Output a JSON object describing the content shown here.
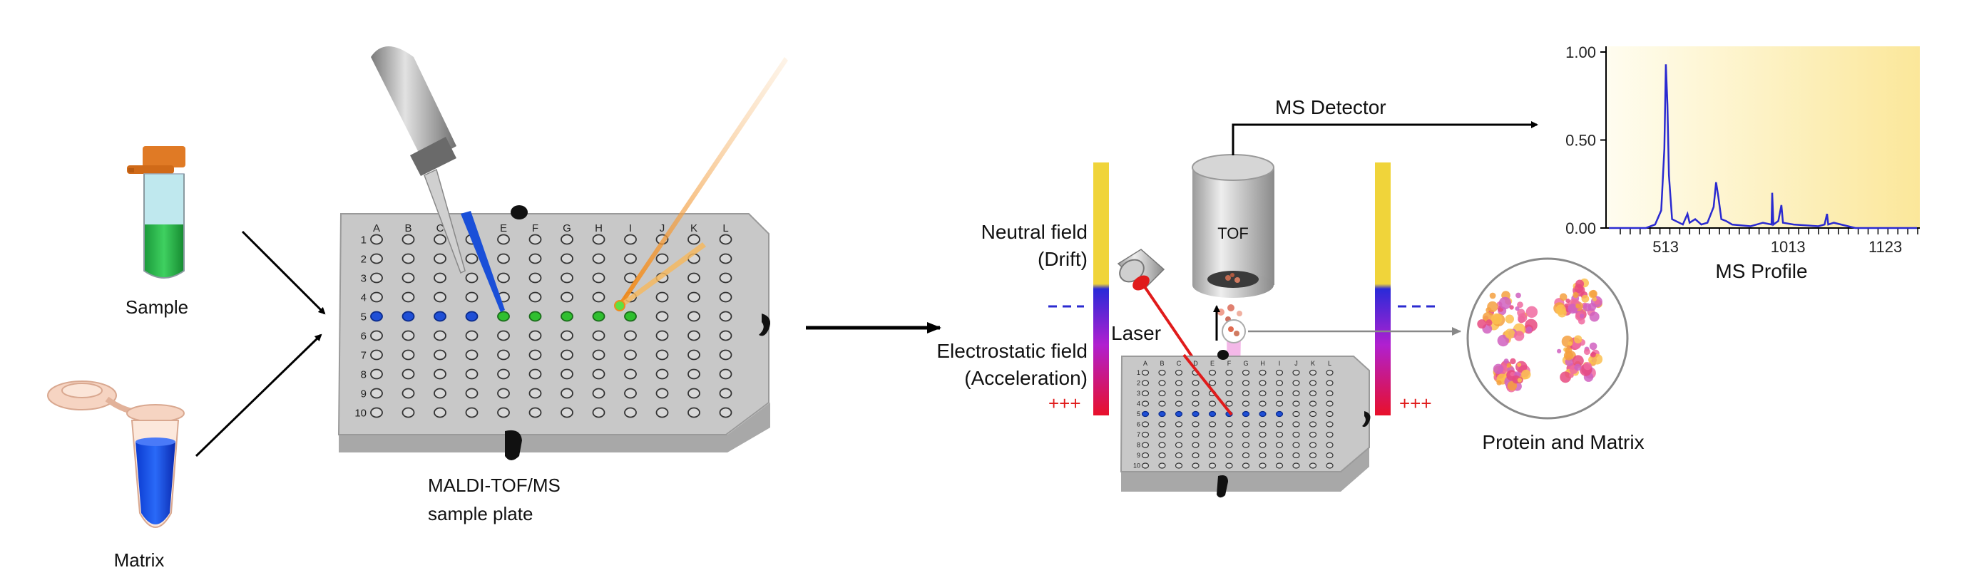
{
  "labels": {
    "sample": "Sample",
    "matrix": "Matrix",
    "plate_line1": "MALDI-TOF/MS",
    "plate_line2": "sample plate",
    "neutral_line1": "Neutral field",
    "neutral_line2": "(Drift)",
    "electro_line1": "Electrostatic field",
    "electro_line2": "(Acceleration)",
    "laser": "Laser",
    "tof": "TOF",
    "ms_detector": "MS Detector",
    "ms_profile": "MS Profile",
    "protein_matrix": "Protein and Matrix",
    "plus_left": "+++",
    "plus_right": "+++"
  },
  "plate": {
    "columns": [
      "A",
      "B",
      "C",
      "D",
      "E",
      "F",
      "G",
      "H",
      "I",
      "J",
      "K",
      "L"
    ],
    "rows": [
      "1",
      "2",
      "3",
      "4",
      "5",
      "6",
      "7",
      "8",
      "9",
      "10"
    ],
    "filled_row": "5",
    "blue_columns": [
      "A",
      "B",
      "C",
      "D"
    ],
    "green_columns": [
      "E",
      "F",
      "G",
      "H",
      "I"
    ]
  },
  "small_plate": {
    "columns": [
      "A",
      "B",
      "C",
      "D",
      "E",
      "F",
      "G",
      "H",
      "I",
      "J",
      "K",
      "L"
    ],
    "rows": [
      "1",
      "2",
      "3",
      "4",
      "5",
      "6",
      "7",
      "8",
      "9",
      "10"
    ],
    "filled_row": "5",
    "blue_columns": [
      "A",
      "B",
      "C",
      "D",
      "E",
      "F",
      "G",
      "H",
      "I"
    ]
  },
  "colors": {
    "blue_spot": "#1f4fd6",
    "green_spot": "#2fbf2f",
    "laser": "#e01b1b",
    "plate": "#c8c8c8",
    "spectrum": "#2a2ad0",
    "field_top": "#f0d43a",
    "field_bottom": "#e8102a"
  },
  "chart_data": {
    "type": "line",
    "ylabel": "",
    "xlabel": "",
    "x_ticks": [
      "513",
      "1013",
      "1123"
    ],
    "y_ticks": [
      "0.00",
      "0.50",
      "1.00"
    ],
    "ylim": [
      0,
      1.0
    ],
    "grid": false,
    "series": [
      {
        "points": [
          [
            0.0,
            0.0
          ],
          [
            0.12,
            0.0
          ],
          [
            0.15,
            0.02
          ],
          [
            0.17,
            0.1
          ],
          [
            0.18,
            0.45
          ],
          [
            0.185,
            0.93
          ],
          [
            0.19,
            0.7
          ],
          [
            0.195,
            0.3
          ],
          [
            0.205,
            0.05
          ],
          [
            0.24,
            0.02
          ],
          [
            0.255,
            0.08
          ],
          [
            0.262,
            0.03
          ],
          [
            0.28,
            0.05
          ],
          [
            0.3,
            0.02
          ],
          [
            0.32,
            0.03
          ],
          [
            0.34,
            0.12
          ],
          [
            0.348,
            0.26
          ],
          [
            0.355,
            0.18
          ],
          [
            0.365,
            0.05
          ],
          [
            0.38,
            0.04
          ],
          [
            0.4,
            0.02
          ],
          [
            0.46,
            0.01
          ],
          [
            0.5,
            0.03
          ],
          [
            0.528,
            0.02
          ],
          [
            0.53,
            0.2
          ],
          [
            0.534,
            0.02
          ],
          [
            0.55,
            0.04
          ],
          [
            0.56,
            0.13
          ],
          [
            0.565,
            0.03
          ],
          [
            0.6,
            0.02
          ],
          [
            0.68,
            0.01
          ],
          [
            0.7,
            0.02
          ],
          [
            0.708,
            0.08
          ],
          [
            0.712,
            0.02
          ],
          [
            0.73,
            0.03
          ],
          [
            0.8,
            0.0
          ],
          [
            1.0,
            0.0
          ]
        ]
      }
    ]
  }
}
